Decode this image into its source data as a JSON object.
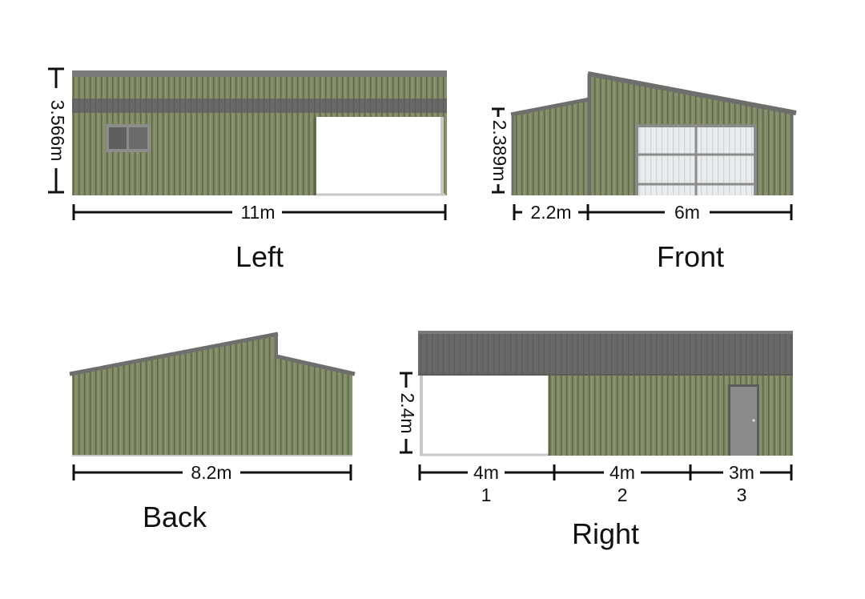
{
  "colors": {
    "cladding": "#7f8a66",
    "cladding_rib": "#5d6648",
    "trim": "#6e6e6c",
    "trim_dark": "#5b5b59",
    "opening_frame": "#c9c9c9",
    "door_panel": "#e9ecee",
    "door_rail": "#8b8b89",
    "dim_line": "#111111"
  },
  "views": {
    "left": {
      "title": "Left",
      "height_label": "3.566m",
      "width_label": "11m"
    },
    "front": {
      "title": "Front",
      "height_label": "2.389m",
      "width_labels": [
        "2.2m",
        "6m"
      ]
    },
    "back": {
      "title": "Back",
      "width_label": "8.2m"
    },
    "right": {
      "title": "Right",
      "height_label": "2.4m",
      "bays": [
        {
          "length": "4m",
          "number": "1"
        },
        {
          "length": "4m",
          "number": "2"
        },
        {
          "length": "3m",
          "number": "3"
        }
      ]
    }
  }
}
